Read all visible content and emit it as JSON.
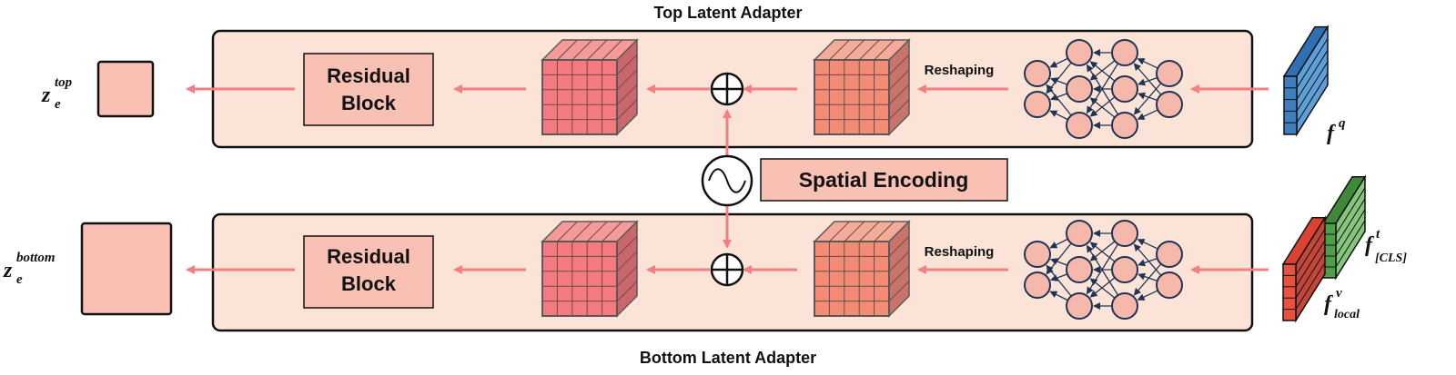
{
  "top_adapter": {
    "title": "Top Latent Adapter",
    "block_line1": "Residual",
    "block_line2": "Block",
    "reshape_label": "Reshaping"
  },
  "bottom_adapter": {
    "title": "Bottom Latent Adapter",
    "block_line1": "Residual",
    "block_line2": "Block",
    "reshape_label": "Reshaping"
  },
  "spatial_encoding": {
    "label": "Spatial Encoding"
  },
  "outputs": {
    "top_base": "z",
    "top_sub": "e",
    "top_sup": "top",
    "bottom_base": "z",
    "bottom_sub": "e",
    "bottom_sup": "bottom"
  },
  "inputs": {
    "query_base": "f",
    "query_sup": "q",
    "text_base": "f",
    "text_sup": "t",
    "text_sub": "[CLS]",
    "visual_base": "f",
    "visual_sup": "v",
    "visual_sub": "local"
  },
  "colors": {
    "panel_fill": "#fbe3d7",
    "arrow": "#f47f80",
    "block_fill": "#f9c0b4",
    "node_fill": "#f7b8ac",
    "node_stroke": "#1f3454",
    "cube_front": "#f47a80",
    "query_blue": "#3f7fc0",
    "text_green": "#4f9e4a",
    "visual_red": "#e8523f"
  }
}
